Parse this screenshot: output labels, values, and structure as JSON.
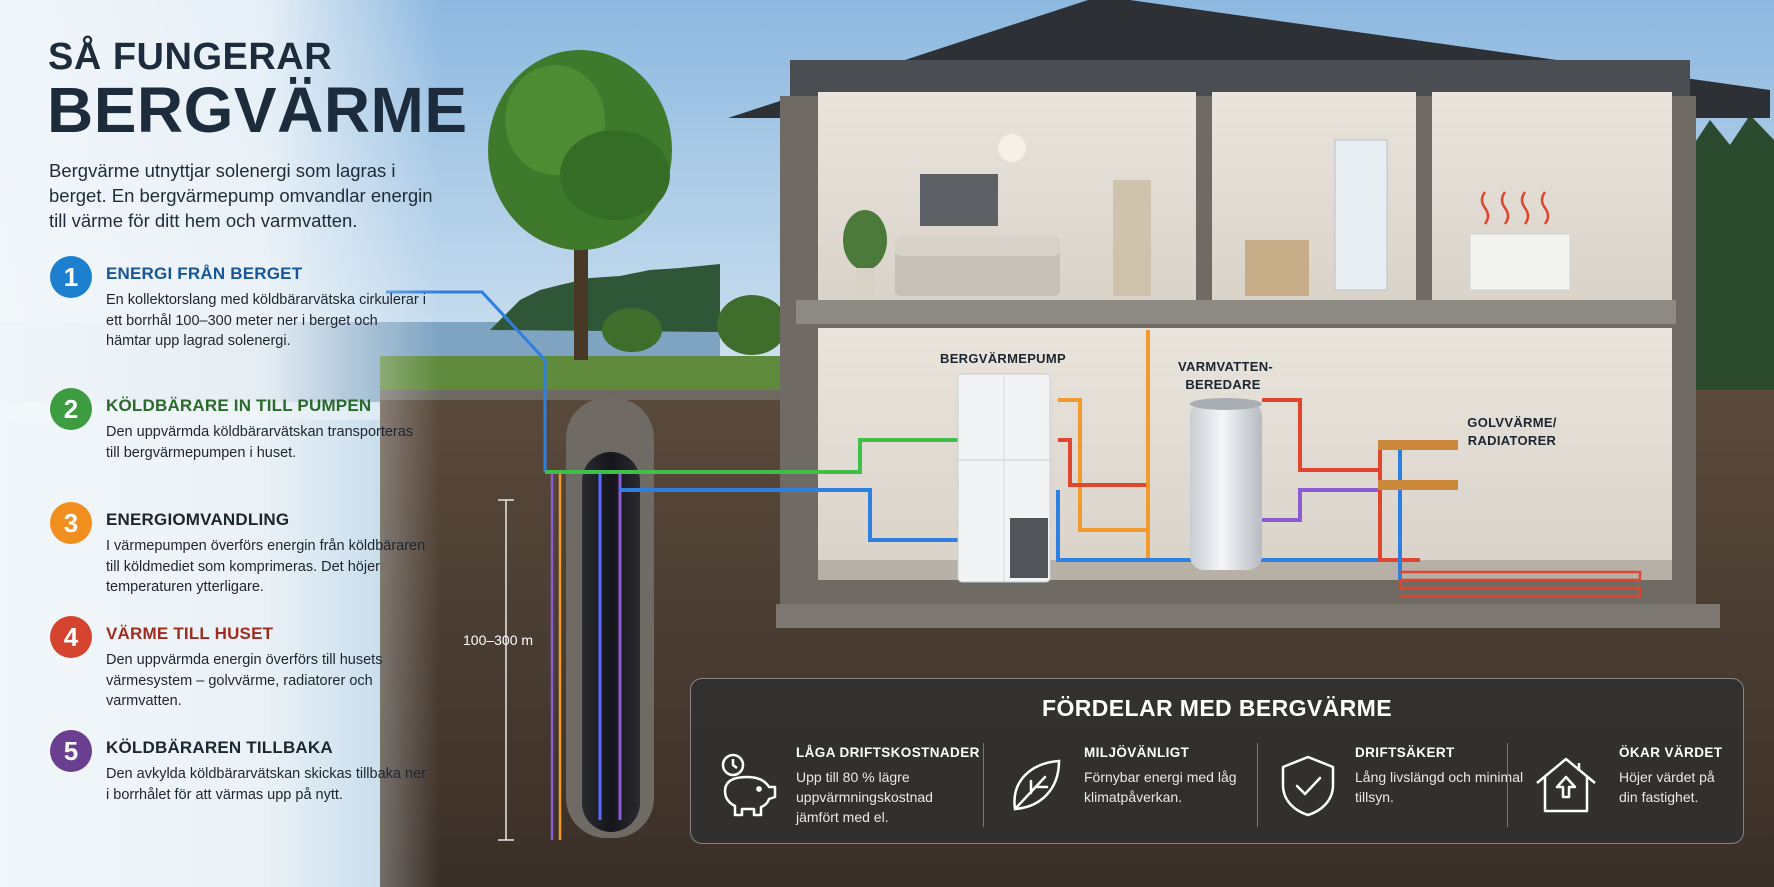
{
  "header": {
    "title_line1": "SÅ FUNGERAR",
    "title_line2": "BERGVÄRME",
    "intro": "Bergvärme utnyttjar solenergi som lagras i berget. En bergvärmepump omvandlar energin till värme för ditt hem och varmvatten."
  },
  "steps": [
    {
      "num": "1",
      "title": "ENERGI FRÅN BERGET",
      "text": "En kollektorslang med köldbärarvätska cirkulerar i ett borrhål 100–300 meter ner i berget och hämtar upp lagrad solenergi.",
      "color": "#1c7fd0"
    },
    {
      "num": "2",
      "title": "KÖLDBÄRARE IN TILL PUMPEN",
      "text": "Den uppvärmda köldbärarvätskan transporteras till bergvärmepumpen i huset.",
      "color": "#3d9c3f"
    },
    {
      "num": "3",
      "title": "ENERGIOMVANDLING",
      "text": "I värmepumpen överförs energin från köldbäraren till köldmediet som komprimeras. Det höjer temperaturen ytterligare.",
      "color": "#f08f1e"
    },
    {
      "num": "4",
      "title": "VÄRME TILL HUSET",
      "text": "Den uppvärmda energin överförs till husets värmesystem – golvvärme, radiatorer och varmvatten.",
      "color": "#d5442f"
    },
    {
      "num": "5",
      "title": "KÖLDBÄRAREN TILLBAKA",
      "text": "Den avkylda köldbärarvätskan skickas tillbaka ner i borrhålet för att värmas upp på nytt.",
      "color": "#6a3f8f"
    }
  ],
  "labels": {
    "pump": "BERGVÄRMEPUMP",
    "heater_1": "VARMVATTEN-",
    "heater_2": "BEREDARE",
    "floor_1": "GOLVVÄRME/",
    "floor_2": "RADIATORER",
    "depth": "100–300 m"
  },
  "benefits": {
    "title": "FÖRDELAR MED BERGVÄRME",
    "items": [
      {
        "title": "LÅGA DRIFTSKOSTNADER",
        "text": "Upp till 80 % lägre uppvärmningskostnad jämfört med el.",
        "icon": "piggy-bank-icon"
      },
      {
        "title": "MILJÖVÄNLIGT",
        "text": "Förnybar energi med låg klimatpåverkan.",
        "icon": "leaf-icon"
      },
      {
        "title": "DRIFTSÄKERT",
        "text": "Lång livslängd och minimal tillsyn.",
        "icon": "shield-check-icon"
      },
      {
        "title": "ÖKAR VÄRDET",
        "text": "Höjer värdet på din fastighet.",
        "icon": "house-arrow-icon"
      }
    ]
  },
  "colors": {
    "cold_pipe": "#2f7fe0",
    "warm_pipe": "#3fbf4a",
    "hot_pipe": "#e0452e",
    "orange_pipe": "#f29a2e",
    "return_pipe": "#8b5bd6"
  }
}
